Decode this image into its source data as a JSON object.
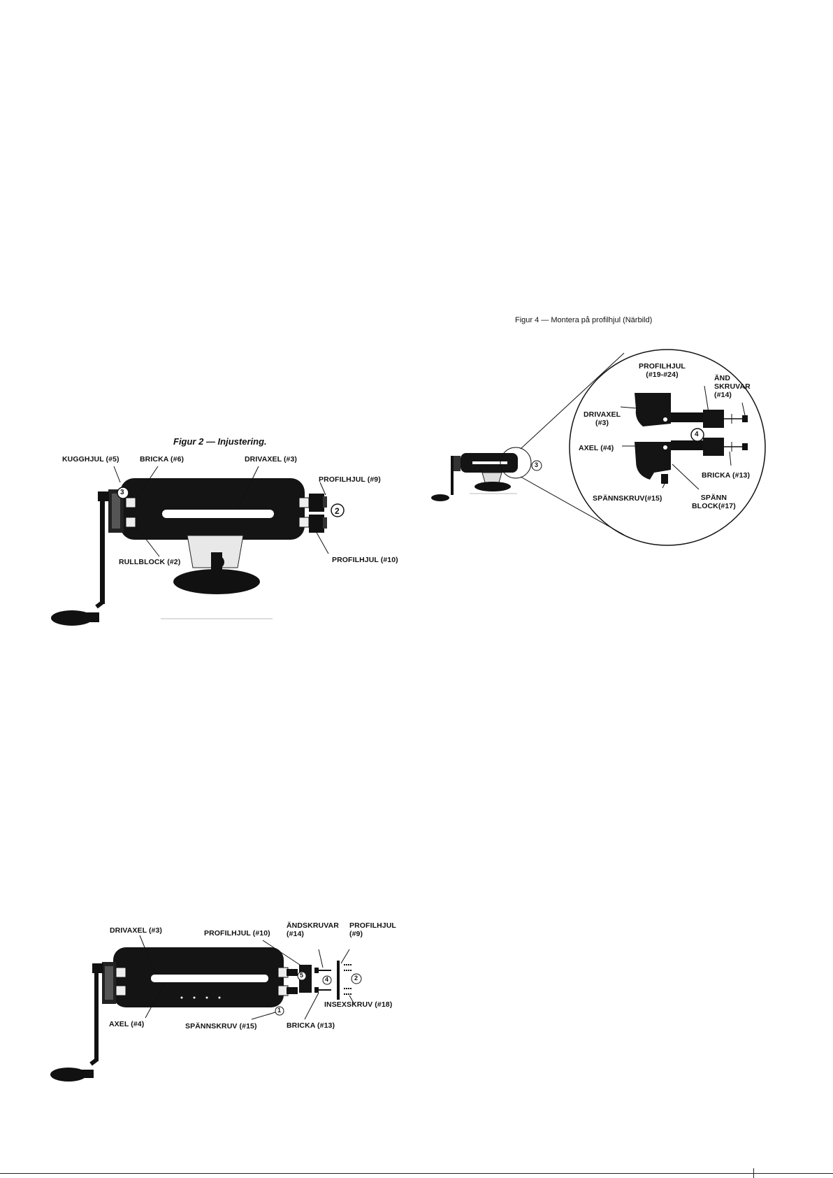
{
  "figure2": {
    "title": "Figur 2 — Injustering.",
    "labels": {
      "kugghjul": "KUGGHJUL (#5)",
      "bricka": "BRICKA (#6)",
      "drivaxel": "DRIVAXEL (#3)",
      "profilhjul9": "PROFILHJUL (#9)",
      "rullblock": "RULLBLOCK (#2)",
      "profilhjul10": "PROFILHJUL (#10)"
    },
    "callouts": [
      "3",
      "2"
    ]
  },
  "figure4": {
    "title": "Figur 4 — Montera på profilhjul (Närbild)",
    "labels": {
      "profilhjul": "PROFILHJUL\n(#19-#24)",
      "andskruvar": "ÄND\nSKRUVAR\n(#14)",
      "drivaxel": "DRIVAXEL\n(#3)",
      "axel": "AXEL (#4)",
      "bricka": "BRICKA (#13)",
      "spannskruv": "SPÄNNSKRUV(#15)",
      "spannblock": "SPÄNN\nBLOCK(#17)"
    },
    "callouts": [
      "3",
      "4"
    ]
  },
  "figure3": {
    "labels": {
      "drivaxel": "DRIVAXEL (#3)",
      "profilhjul10": "PROFILHJUL (#10)",
      "andskruvar": "ÄNDSKRUVAR\n(#14)",
      "profilhjul9": "PROFILHJUL\n(#9)",
      "insexskruv": "INSEXSKRUV (#18)",
      "axel": "AXEL (#4)",
      "spannskruv": "SPÄNNSKRUV (#15)",
      "bricka": "BRICKA (#13)"
    },
    "callouts": [
      "5",
      "4",
      "2",
      "1"
    ]
  }
}
